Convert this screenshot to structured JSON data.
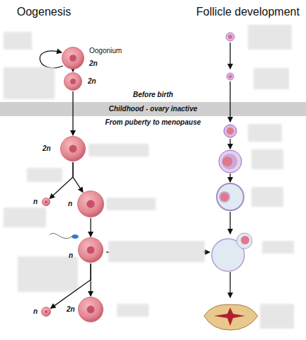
{
  "diagram": {
    "nodes": [
      {
        "text": [
          "Oogonium",
          "2n"
        ]
      },
      {
        "text": [
          "2n"
        ]
      },
      {
        "text": [
          "2n"
        ]
      },
      {
        "text": [
          "n"
        ]
      },
      {
        "text": [
          "n"
        ]
      },
      {
        "text": [
          "n"
        ]
      },
      {
        "text": [
          "n"
        ]
      },
      {
        "text": [
          "2n"
        ]
      }
    ],
    "edges": [
      {
        "from": 0,
        "to": 1,
        "arrow": "to"
      },
      {
        "from": 1,
        "to": 2,
        "arrow": "to"
      },
      {
        "from": 2,
        "to": 3,
        "arrow": "to"
      },
      {
        "from": 2,
        "to": 4,
        "arrow": "to"
      },
      {
        "from": 4,
        "to": 5,
        "arrow": "to"
      },
      {
        "from": 5,
        "to": 6,
        "arrow": "to"
      },
      {
        "from": 5,
        "to": 7,
        "arrow": "to"
      }
    ],
    "labels": [
      "Oogenesis",
      "Follicle development",
      "Before birth",
      "Childhood - ovary inactive",
      "From puberty to menopause"
    ]
  }
}
